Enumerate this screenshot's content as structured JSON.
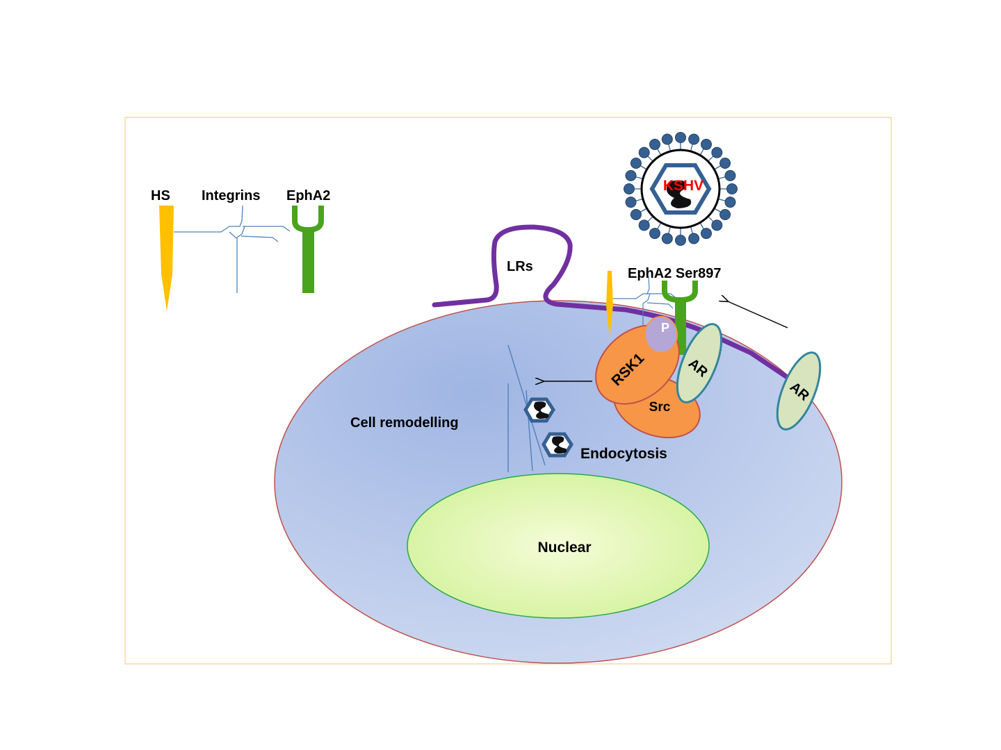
{
  "labels": {
    "hs": "HS",
    "integrins": "Integrins",
    "epha2": "EphA2",
    "lrs": "LRs",
    "epha2_ser897": "EphA2 Ser897",
    "kshv": "KSHV",
    "phospho": "P",
    "rsk1": "RSK1",
    "src": "Src",
    "ar_inner": "AR",
    "ar_outer": "AR",
    "cell_remodelling": "Cell remodelling",
    "endocytosis": "Endocytosis",
    "nucleus": "Nuclear"
  },
  "colors": {
    "frame_border": "#f2cf8a",
    "cell_fill": "#a9bee6",
    "cell_border": "#c0504d",
    "nucleus_fill": "#d9f5a6",
    "nucleus_border": "#2aa84a",
    "membrane": "#7030a0",
    "heparan_sulfate": "#ffc000",
    "integrin": "#4f81bd",
    "epha2": "#4aa31d",
    "rsk1_src": "#f79646",
    "phospho": "#b4a7d6",
    "ar_fill": "#d7e4bd",
    "ar_border": "#31859c",
    "kshv_text": "#ff0000",
    "virion_beads": "#366092",
    "capsid": "#366092"
  }
}
